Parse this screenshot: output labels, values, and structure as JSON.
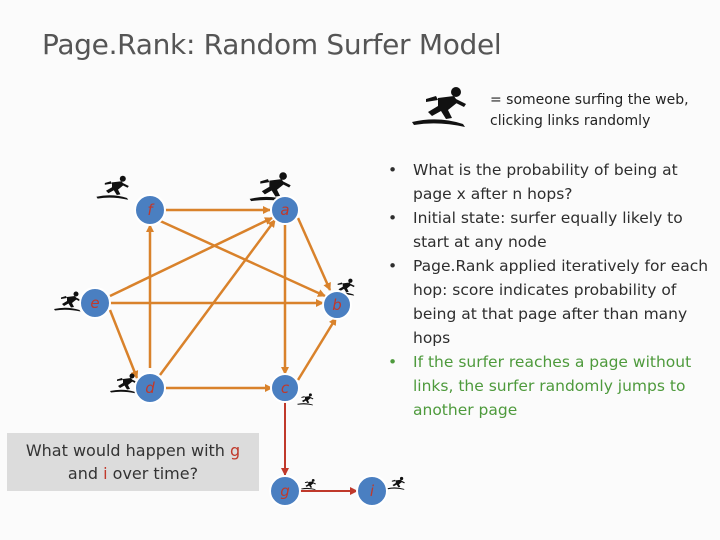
{
  "title": "Page.Rank: Random Surfer Model",
  "legend": {
    "line1": "= someone surfing the web,",
    "line2": "clicking links randomly"
  },
  "bullets": [
    {
      "text": "What is the probability of being at page x after n hops?"
    },
    {
      "text": "Initial state: surfer equally likely to start at any node"
    },
    {
      "text": "Page.Rank applied iteratively for each hop: score indicates probability of being at that page after than many hops"
    },
    {
      "text": "If the surfer reaches a page without links, the surfer randomly jumps to another page"
    }
  ],
  "question": {
    "line1_prefix": "What would happen with ",
    "g": "g",
    "line2_prefix": "and ",
    "i": "i",
    "line2_suffix": " over time?"
  },
  "nodes": {
    "a": "a",
    "b": "b",
    "c": "c",
    "d": "d",
    "e": "e",
    "f": "f",
    "g": "g",
    "i": "i"
  },
  "colors": {
    "node_fill": "#4a7fc1",
    "node_stroke": "#ffffff",
    "edge_orange": "#d9822b",
    "edge_red": "#c0392b",
    "bullet_green": "#4e9a3c"
  }
}
